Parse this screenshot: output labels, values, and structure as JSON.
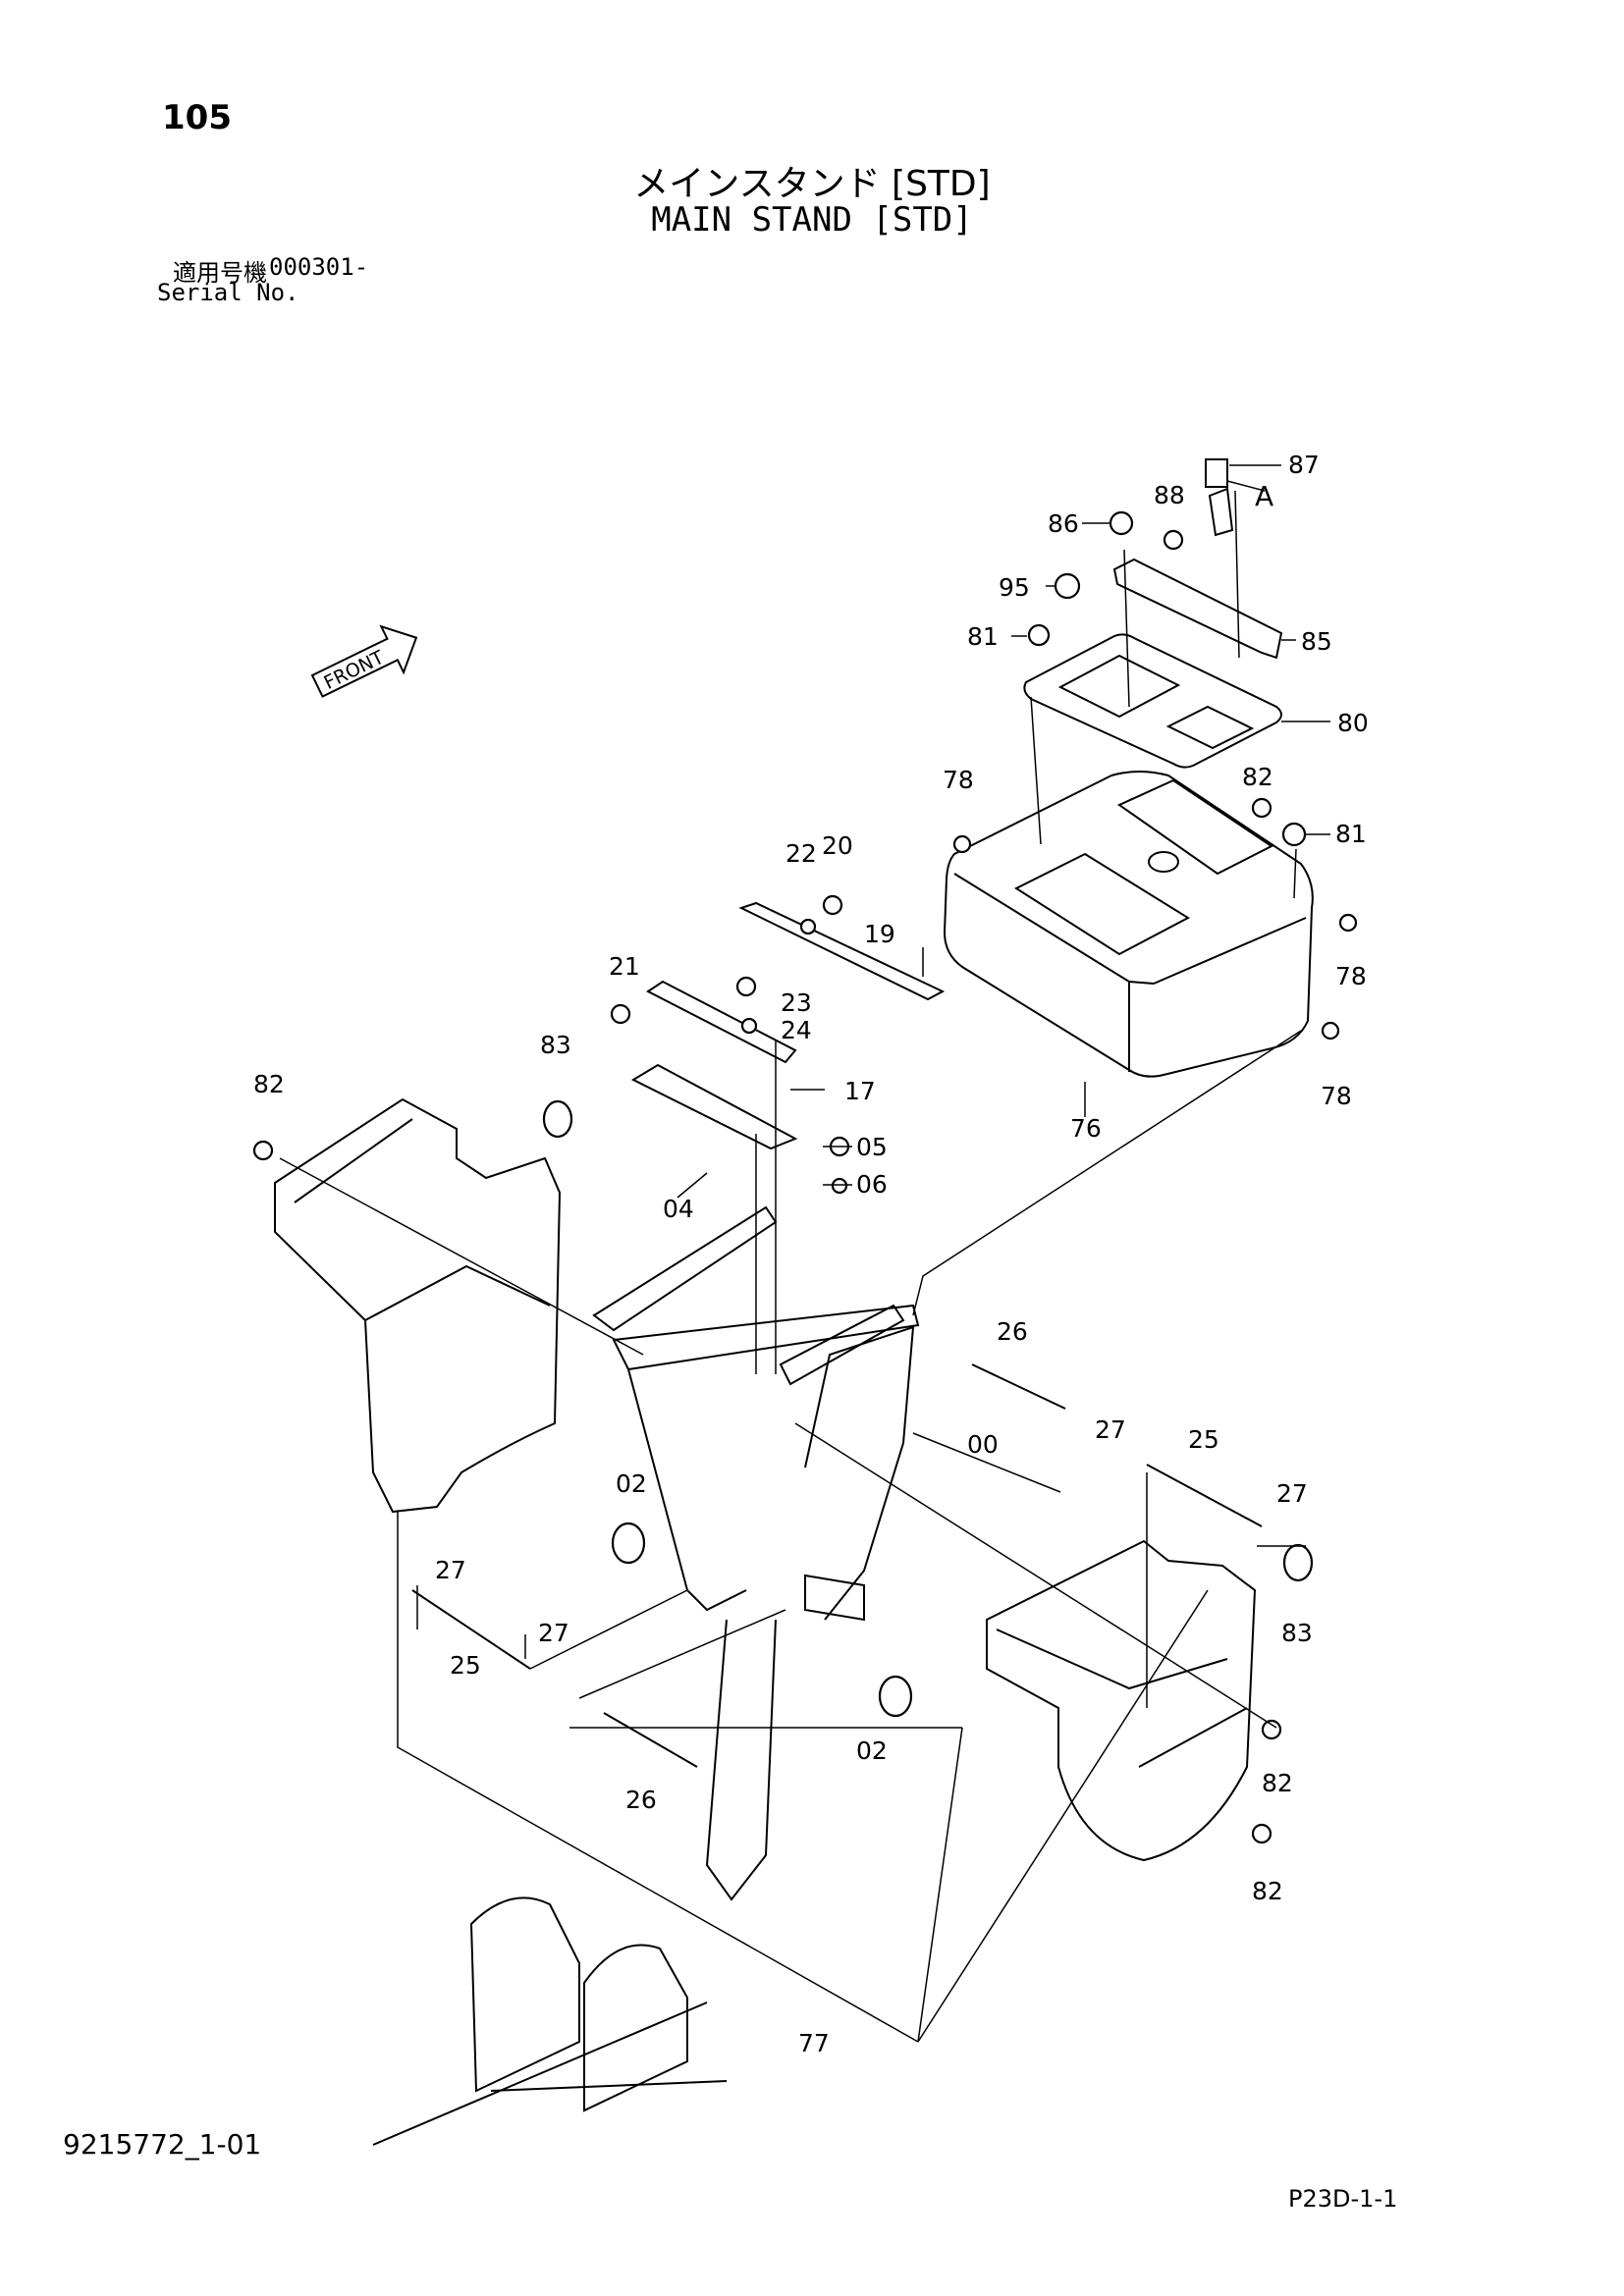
{
  "header": {
    "page_number": "105",
    "title_jp": "メインスタンド [STD]",
    "title_en": "MAIN STAND [STD]",
    "serial_label_jp": "適用号機",
    "serial_value": "000301-",
    "serial_label_en": "Serial No."
  },
  "front_label": "FRONT",
  "detail_label": "A",
  "callouts": [
    {
      "id": "87",
      "label": "87"
    },
    {
      "id": "88",
      "label": "88"
    },
    {
      "id": "86",
      "label": "86"
    },
    {
      "id": "95",
      "label": "95"
    },
    {
      "id": "81a",
      "label": "81"
    },
    {
      "id": "85",
      "label": "85"
    },
    {
      "id": "80",
      "label": "80"
    },
    {
      "id": "78a",
      "label": "78"
    },
    {
      "id": "82a",
      "label": "82"
    },
    {
      "id": "81b",
      "label": "81"
    },
    {
      "id": "22",
      "label": "22"
    },
    {
      "id": "20",
      "label": "20"
    },
    {
      "id": "19",
      "label": "19"
    },
    {
      "id": "21",
      "label": "21"
    },
    {
      "id": "23",
      "label": "23"
    },
    {
      "id": "24",
      "label": "24"
    },
    {
      "id": "78b",
      "label": "78"
    },
    {
      "id": "83a",
      "label": "83"
    },
    {
      "id": "17",
      "label": "17"
    },
    {
      "id": "82b",
      "label": "82"
    },
    {
      "id": "76",
      "label": "76"
    },
    {
      "id": "78c",
      "label": "78"
    },
    {
      "id": "05",
      "label": "05"
    },
    {
      "id": "06",
      "label": "06"
    },
    {
      "id": "04",
      "label": "04"
    },
    {
      "id": "26a",
      "label": "26"
    },
    {
      "id": "27a",
      "label": "27"
    },
    {
      "id": "25a",
      "label": "25"
    },
    {
      "id": "00",
      "label": "00"
    },
    {
      "id": "02a",
      "label": "02"
    },
    {
      "id": "27b",
      "label": "27"
    },
    {
      "id": "27c",
      "label": "27"
    },
    {
      "id": "27d",
      "label": "27"
    },
    {
      "id": "83b",
      "label": "83"
    },
    {
      "id": "25b",
      "label": "25"
    },
    {
      "id": "02b",
      "label": "02"
    },
    {
      "id": "82c",
      "label": "82"
    },
    {
      "id": "26b",
      "label": "26"
    },
    {
      "id": "82d",
      "label": "82"
    },
    {
      "id": "77",
      "label": "77"
    }
  ],
  "footer": {
    "drawing_number": "9215772_1-01",
    "page_code": "P23D-1-1"
  }
}
